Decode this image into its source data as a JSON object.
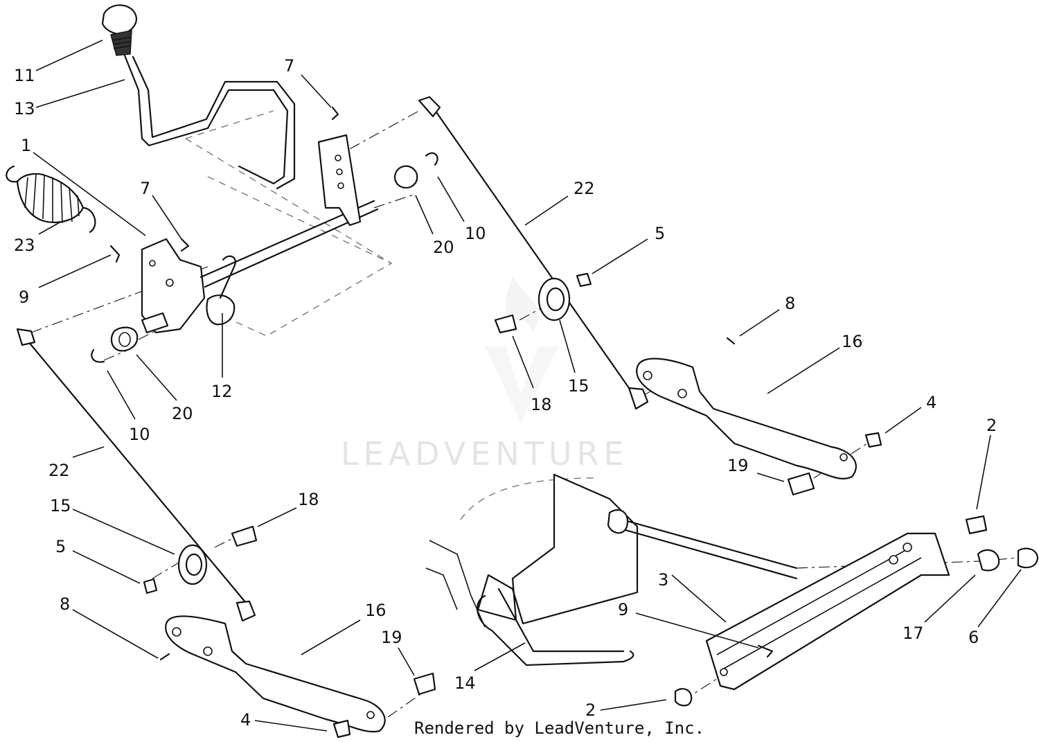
{
  "watermark": "LEADVENTURE",
  "footer": "Rendered by LeadVenture, Inc.",
  "callouts": [
    {
      "label": "11"
    },
    {
      "label": "13"
    },
    {
      "label": "7"
    },
    {
      "label": "1"
    },
    {
      "label": "23"
    },
    {
      "label": "7"
    },
    {
      "label": "9"
    },
    {
      "label": "20"
    },
    {
      "label": "10"
    },
    {
      "label": "22"
    },
    {
      "label": "5"
    },
    {
      "label": "8"
    },
    {
      "label": "16"
    },
    {
      "label": "12"
    },
    {
      "label": "20"
    },
    {
      "label": "10"
    },
    {
      "label": "18"
    },
    {
      "label": "15"
    },
    {
      "label": "4"
    },
    {
      "label": "2"
    },
    {
      "label": "19"
    },
    {
      "label": "22"
    },
    {
      "label": "15"
    },
    {
      "label": "18"
    },
    {
      "label": "5"
    },
    {
      "label": "8"
    },
    {
      "label": "16"
    },
    {
      "label": "19"
    },
    {
      "label": "3"
    },
    {
      "label": "9"
    },
    {
      "label": "17"
    },
    {
      "label": "6"
    },
    {
      "label": "14"
    },
    {
      "label": "2"
    },
    {
      "label": "4"
    }
  ]
}
